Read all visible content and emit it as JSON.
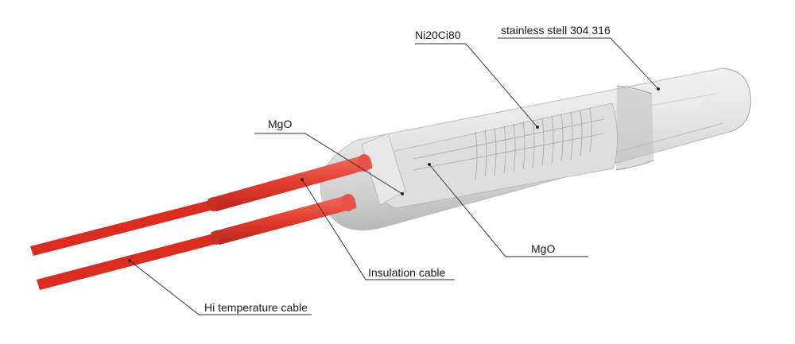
{
  "labels": {
    "ni20ci80": "Ni20Ci80",
    "stainless": "stainless stell 304 316",
    "mgo_top": "MgO",
    "mgo_bottom": "MgO",
    "insulation_cable": "Insulation cable",
    "hi_temp_cable": "Hi temperature cable"
  },
  "colors": {
    "background": "#ffffff",
    "sheath_light": "#eeeeee",
    "sheath_dark": "#b9b9b9",
    "insulation_red": "#e23c2e",
    "wire_red": "#d92d22",
    "callout_line": "#2a2a2a"
  }
}
